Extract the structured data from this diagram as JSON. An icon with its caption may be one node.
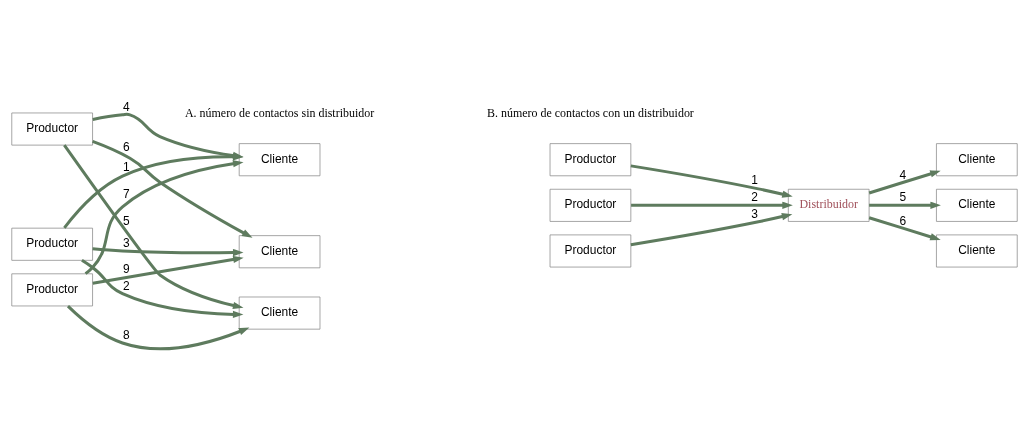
{
  "diagram": {
    "nodes": [
      {
        "text": [
          "Productor"
        ]
      },
      {
        "text": [
          "Productor"
        ]
      },
      {
        "text": [
          "Productor"
        ]
      },
      {
        "text": [
          "Cliente"
        ]
      },
      {
        "text": [
          "Cliente"
        ]
      },
      {
        "text": [
          "Cliente"
        ]
      },
      {
        "text": [
          "Productor"
        ]
      },
      {
        "text": [
          "Productor"
        ]
      },
      {
        "text": [
          "Productor"
        ]
      },
      {
        "text": [
          "Distribuidor"
        ]
      },
      {
        "text": [
          "Cliente"
        ]
      },
      {
        "text": [
          "Cliente"
        ]
      },
      {
        "text": [
          "Cliente"
        ]
      }
    ],
    "edges": [
      {
        "from": 0,
        "to": 3,
        "arrow": "to",
        "label": "1"
      },
      {
        "from": 0,
        "to": 4,
        "arrow": "to",
        "label": "2"
      },
      {
        "from": 0,
        "to": 5,
        "arrow": "to",
        "label": "3"
      },
      {
        "from": 1,
        "to": 3,
        "arrow": "to",
        "label": "4"
      },
      {
        "from": 1,
        "to": 4,
        "arrow": "to",
        "label": "5"
      },
      {
        "from": 1,
        "to": 5,
        "arrow": "to",
        "label": "6"
      },
      {
        "from": 2,
        "to": 3,
        "arrow": "to",
        "label": "7"
      },
      {
        "from": 2,
        "to": 4,
        "arrow": "to",
        "label": "8"
      },
      {
        "from": 2,
        "to": 5,
        "arrow": "to",
        "label": "9"
      },
      {
        "from": 6,
        "to": 9,
        "arrow": "to",
        "label": "1"
      },
      {
        "from": 7,
        "to": 9,
        "arrow": "to",
        "label": "2"
      },
      {
        "from": 8,
        "to": 9,
        "arrow": "to",
        "label": "3"
      },
      {
        "from": 9,
        "to": 10,
        "arrow": "to",
        "label": "4"
      },
      {
        "from": 9,
        "to": 11,
        "arrow": "to",
        "label": "5"
      },
      {
        "from": 9,
        "to": 12,
        "arrow": "to",
        "label": "6"
      }
    ],
    "labels": [
      "A. número de contactos sin distribuidor",
      "B. número de contactos con un distribuidor"
    ]
  }
}
